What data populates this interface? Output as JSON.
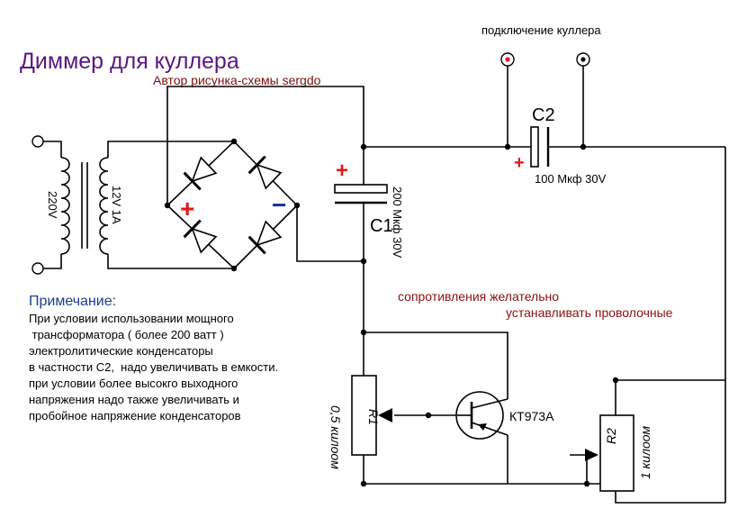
{
  "title": "Диммер для куллера",
  "author": "Автор рисунка-схемы sergdo",
  "fan_connection_label": "подключение куллера",
  "transformer": {
    "primary_label": "220V",
    "secondary_label": "12V 1A"
  },
  "bridge": {
    "plus_sign": "+",
    "minus_sign": "−"
  },
  "c1": {
    "name": "C1",
    "value": "200 Мкф 30V",
    "plus_sign": "+"
  },
  "c2": {
    "name": "C2",
    "value": "100 Мкф 30V",
    "plus_sign": "+"
  },
  "r1": {
    "name": "R1",
    "value": "0,5 килоом"
  },
  "r2": {
    "name": "R2",
    "value": "1 килоом"
  },
  "transistor": {
    "name": "КТ973А"
  },
  "resistor_note": {
    "line1": "сопротивления желательно",
    "line2": "устанавливать проволочные"
  },
  "note": {
    "heading": "Примечание:",
    "lines": [
      "При условии использовании мощного",
      " трансформатора ( более 200 ватт )",
      "электролитические конденсаторы",
      "в частности С2,  надо увеличивать в емкости.",
      "при условии более высокго выходного",
      "напряжения надо также увеличивать и",
      "пробойное напряжение конденсаторов"
    ]
  },
  "colors": {
    "title": "#5a1680",
    "author": "#7a1010",
    "note_heading": "#1d3c8c",
    "resistor_note": "#8a1010",
    "plus": "#e01818",
    "minus": "#1a30a0",
    "terminal_red": "#e01818"
  }
}
